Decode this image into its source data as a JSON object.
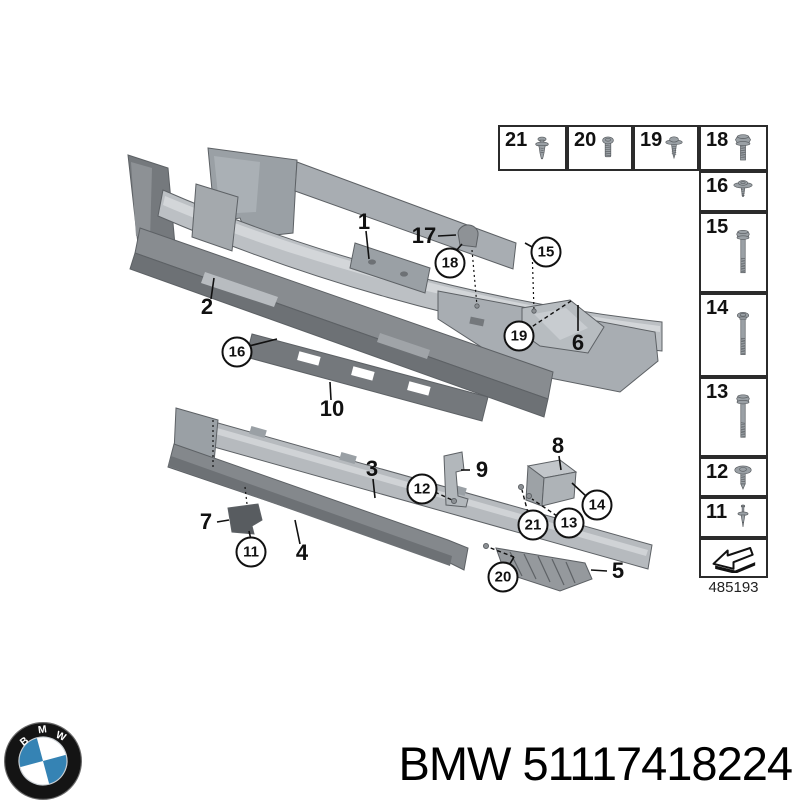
{
  "legend": {
    "code": "485193",
    "items": [
      {
        "id": "21",
        "label": "21",
        "type": "expansion-rivet"
      },
      {
        "id": "20",
        "label": "20",
        "type": "pan-head-screw"
      },
      {
        "id": "19",
        "label": "19",
        "type": "washer-screw"
      },
      {
        "id": "18",
        "label": "18",
        "type": "flange-hex-bolt"
      },
      {
        "id": "16",
        "label": "16",
        "type": "big-washer-screw"
      },
      {
        "id": "15",
        "label": "15",
        "type": "hex-bolt-long"
      },
      {
        "id": "14",
        "label": "14",
        "type": "flange-bolt-long"
      },
      {
        "id": "13",
        "label": "13",
        "type": "hex-bolt-long"
      },
      {
        "id": "12",
        "label": "12",
        "type": "washer-head-screw"
      },
      {
        "id": "11",
        "label": "11",
        "type": "expansion-rivet-small"
      },
      {
        "id": "arrow",
        "label": "",
        "type": "direction-arrow"
      }
    ]
  },
  "diagram": {
    "callouts": [
      {
        "label": "1",
        "circled": false
      },
      {
        "label": "2",
        "circled": false
      },
      {
        "label": "3",
        "circled": false
      },
      {
        "label": "4",
        "circled": false
      },
      {
        "label": "5",
        "circled": false
      },
      {
        "label": "6",
        "circled": false
      },
      {
        "label": "7",
        "circled": false
      },
      {
        "label": "8",
        "circled": false
      },
      {
        "label": "9",
        "circled": false
      },
      {
        "label": "10",
        "circled": false
      },
      {
        "label": "17",
        "circled": false
      },
      {
        "label": "11",
        "circled": true
      },
      {
        "label": "12",
        "circled": true
      },
      {
        "label": "13",
        "circled": true
      },
      {
        "label": "14",
        "circled": true
      },
      {
        "label": "15",
        "circled": true
      },
      {
        "label": "16",
        "circled": true
      },
      {
        "label": "18",
        "circled": true
      },
      {
        "label": "19",
        "circled": true
      },
      {
        "label": "20",
        "circled": true
      },
      {
        "label": "21",
        "circled": true
      }
    ]
  },
  "footer": {
    "brand": "BMW",
    "part_number": "51117418224",
    "logo": "bmw-roundel"
  },
  "colors": {
    "background": "#ffffff",
    "line": "#111111",
    "part_light": "#b6babe",
    "part_mid": "#9aa0a5",
    "part_dark": "#6d7175",
    "bmw_blue": "#3583b4"
  }
}
